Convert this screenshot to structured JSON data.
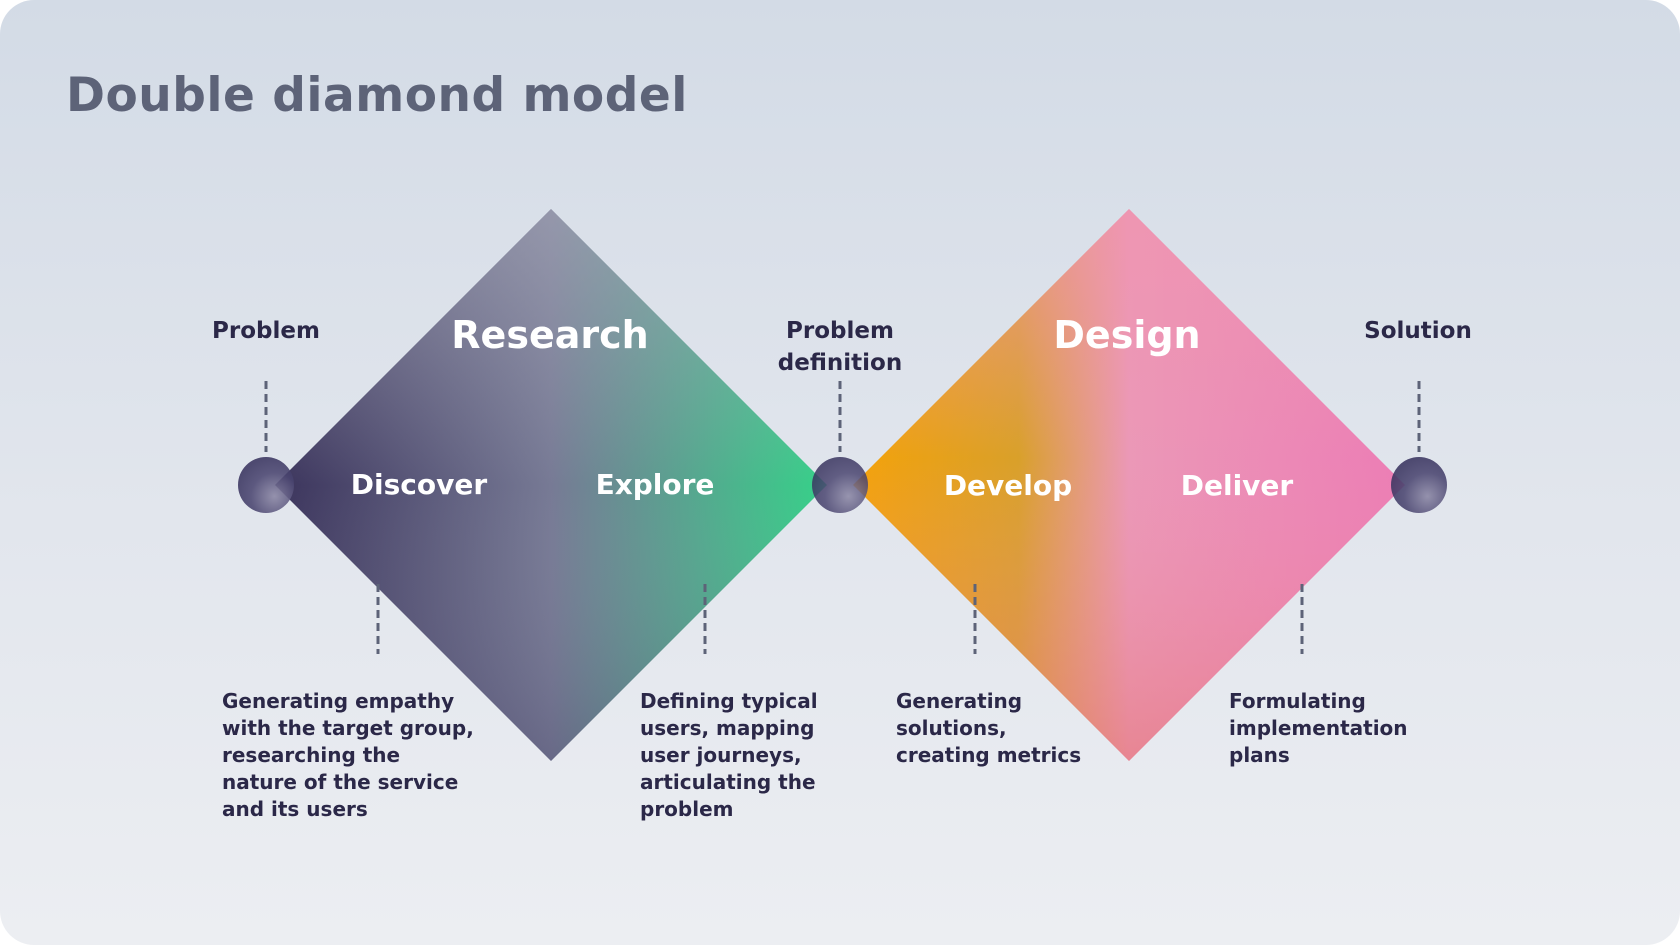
{
  "title": "Double diamond model",
  "milestones": {
    "problem": "Problem",
    "definition_line1": "Problem",
    "definition_line2": "definition",
    "solution": "Solution"
  },
  "diamonds": [
    {
      "name": "Research",
      "phases": [
        "Discover",
        "Explore"
      ],
      "colors": [
        "#3b345c",
        "#7a7c96",
        "#38d08a"
      ]
    },
    {
      "name": "Design",
      "phases": [
        "Develop",
        "Deliver"
      ],
      "colors": [
        "#f2a50f",
        "#ec9fbf",
        "#ec7fb6"
      ]
    }
  ],
  "descriptions": [
    [
      "Generating empathy",
      "with the target group,",
      "researching the",
      "nature of the service",
      "and its users"
    ],
    [
      "Defining typical",
      "users, mapping",
      "user journeys,",
      "articulating the",
      "problem"
    ],
    [
      "Generating",
      "solutions,",
      "creating metrics"
    ],
    [
      "Formulating",
      "implementation",
      "plans"
    ]
  ]
}
